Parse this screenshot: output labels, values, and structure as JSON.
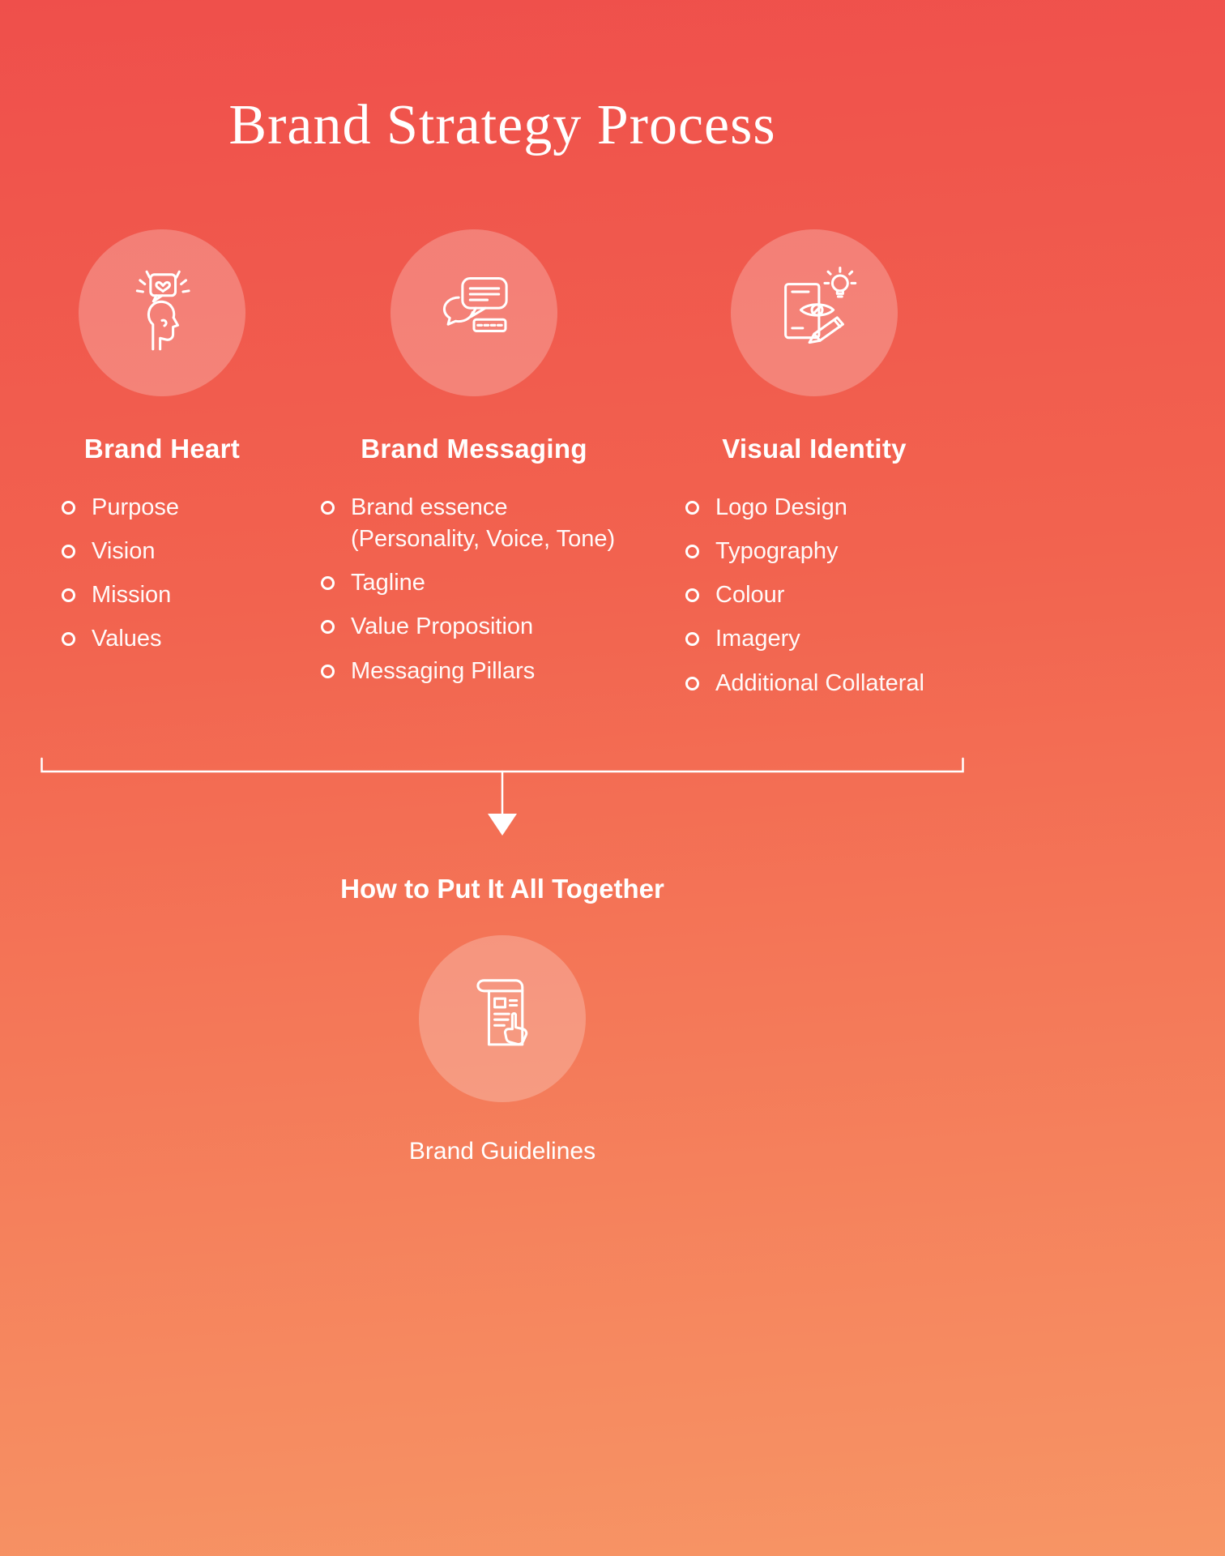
{
  "page": {
    "title": "Brand Strategy Process"
  },
  "colors": {
    "background_top": "#ef4f4b",
    "background_bottom": "#f79565",
    "circle_fill": "rgba(255,255,255,0.24)",
    "text": "#ffffff"
  },
  "columns": [
    {
      "heading": "Brand Heart",
      "icon": "head-with-heart-icon",
      "items": [
        "Purpose",
        "Vision",
        "Mission",
        "Values"
      ]
    },
    {
      "heading": "Brand Messaging",
      "icon": "speech-bubbles-icon",
      "items": [
        "Brand essence (Personality, Voice, Tone)",
        "Tagline",
        "Value Proposition",
        "Messaging Pillars"
      ]
    },
    {
      "heading": "Visual Identity",
      "icon": "design-tools-icon",
      "items": [
        "Logo Design",
        "Typography",
        "Colour",
        "Imagery",
        "Additional Collateral"
      ]
    }
  ],
  "bottom": {
    "heading": "How to Put It All Together",
    "icon": "document-click-icon",
    "label": "Brand Guidelines"
  }
}
